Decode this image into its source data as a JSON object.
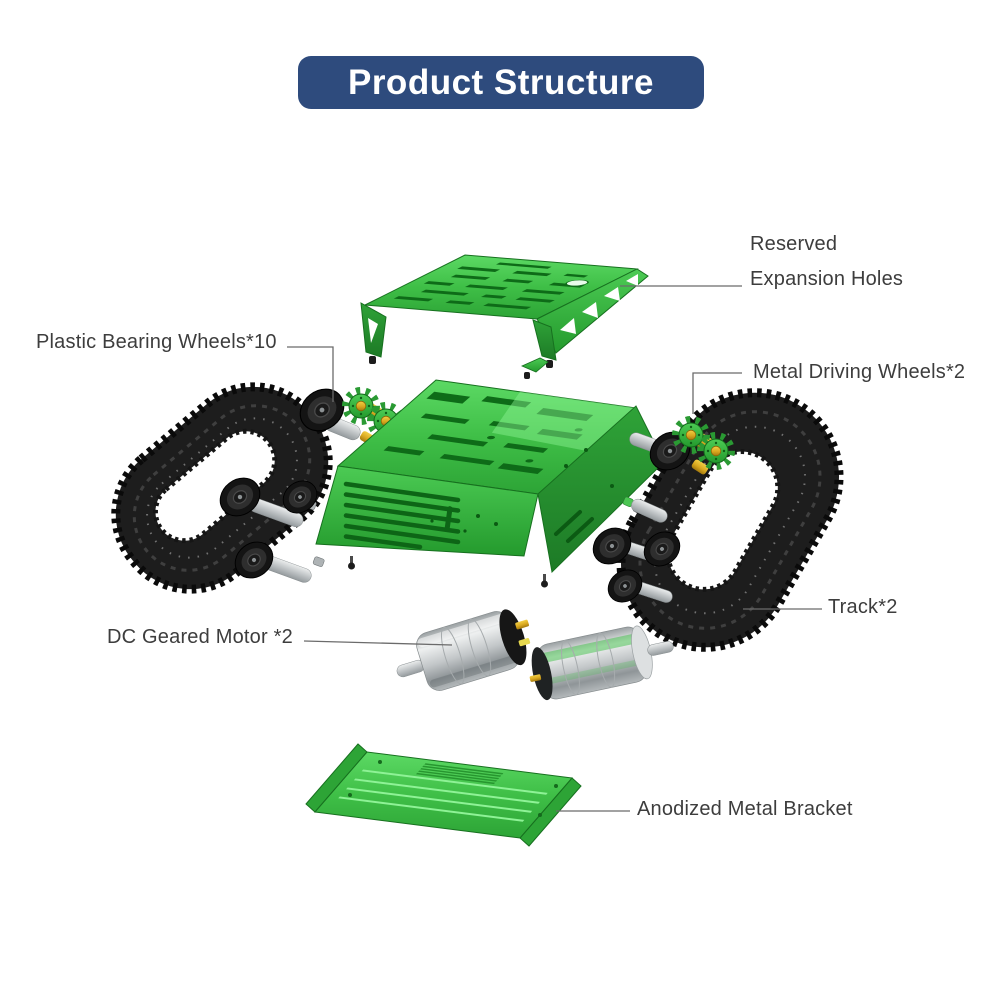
{
  "title": {
    "text": "Product Structure"
  },
  "labels": {
    "reserved_line1": "Reserved",
    "reserved_line2": "Expansion Holes",
    "plastic_bearing_wheels": "Plastic Bearing Wheels*10",
    "metal_driving_wheels": "Metal Driving Wheels*2",
    "track": "Track*2",
    "dc_geared_motor": "DC Geared Motor *2",
    "anodized_metal_bracket": "Anodized Metal Bracket"
  },
  "colors": {
    "title_bg": "#2e4b7d",
    "title_text": "#ffffff",
    "label_text": "#3d3d3d",
    "leader_line": "#6b6b6b",
    "part_green": "#3fbf47",
    "part_green_dark": "#17701f",
    "track_black": "#1d1d1d",
    "metal_silver": "#c4c8ca",
    "hub_gold": "#d9a81f"
  }
}
